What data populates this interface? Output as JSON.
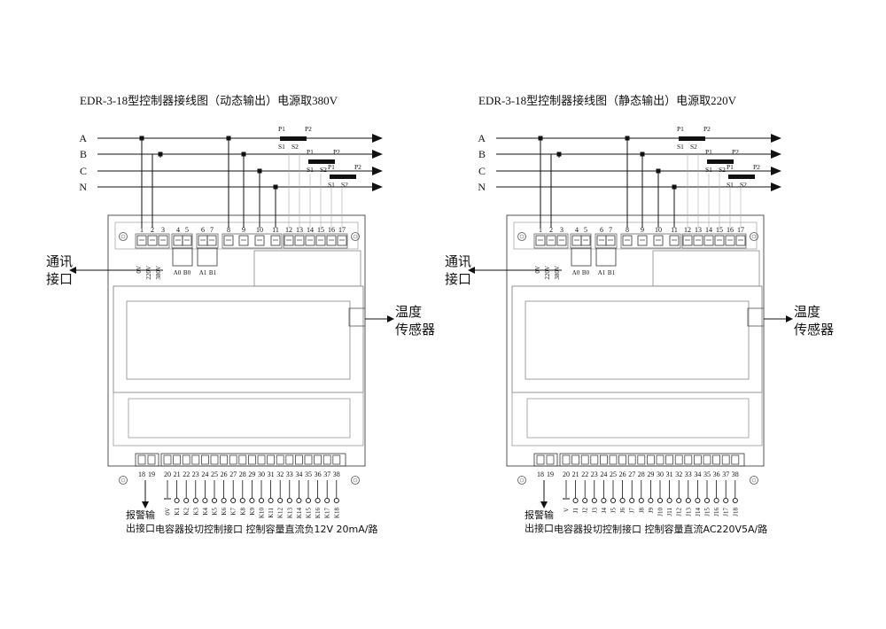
{
  "diagrams": [
    {
      "title": "EDR-3-18型控制器接线图（动态输出）电源取380V",
      "bus_labels": [
        "A",
        "B",
        "C",
        "N"
      ],
      "power_labels": [
        "0V",
        "220V",
        "380V"
      ],
      "comm_labels": [
        "A0",
        "B0",
        "A1",
        "B1"
      ],
      "comm_interface": [
        "通讯",
        "接口"
      ],
      "temp_sensor": [
        "温度",
        "传感器"
      ],
      "alarm_output": [
        "报警输",
        "出接口"
      ],
      "common_label": "0V",
      "bottom_caption": "电容器投切控制接口 控制容量直流负12V 20mA/路",
      "output_prefix": "K"
    },
    {
      "title": "EDR-3-18型控制器接线图（静态输出）电源取220V",
      "bus_labels": [
        "A",
        "B",
        "C",
        "N"
      ],
      "power_labels": [
        "0V",
        "220V",
        "380V"
      ],
      "comm_labels": [
        "A0",
        "B0",
        "A1",
        "B1"
      ],
      "comm_interface": [
        "通讯",
        "接口"
      ],
      "temp_sensor": [
        "温度",
        "传感器"
      ],
      "alarm_output": [
        "报警输",
        "出接口"
      ],
      "common_label": "V",
      "bottom_caption": "电容器投切控制接口 控制容量直流AC220V5A/路",
      "output_prefix": "J"
    }
  ],
  "ct_labels": {
    "p1": "P1",
    "p2": "P2",
    "s1": "S1",
    "s2": "S2"
  },
  "top_terminals": [
    "1",
    "2",
    "3",
    "4",
    "5",
    "6",
    "7",
    "8",
    "9",
    "10",
    "11",
    "12",
    "13",
    "14",
    "15",
    "16",
    "17"
  ],
  "alarm_terminals": [
    "18",
    "19"
  ],
  "bottom_terminals": [
    "20",
    "21",
    "22",
    "23",
    "24",
    "25",
    "26",
    "27",
    "28",
    "29",
    "30",
    "31",
    "32",
    "33",
    "34",
    "35",
    "36",
    "37",
    "38"
  ],
  "output_numbers": [
    "1",
    "2",
    "3",
    "4",
    "5",
    "6",
    "7",
    "8",
    "9",
    "10",
    "11",
    "12",
    "13",
    "14",
    "15",
    "16",
    "17",
    "18"
  ]
}
